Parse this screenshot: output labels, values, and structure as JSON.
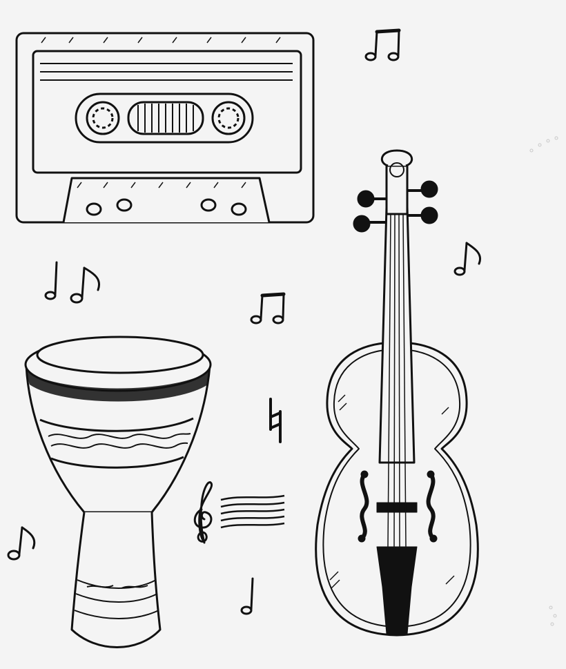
{
  "scene": {
    "description_free": true,
    "colors": {
      "background": "#f4f4f4",
      "ink": "#111111",
      "fill": "#f4f4f4"
    },
    "objects": [
      {
        "name": "cassette-tape",
        "icon": "cassette-icon"
      },
      {
        "name": "djembe-drum",
        "icon": "drum-icon"
      },
      {
        "name": "violin",
        "icon": "violin-icon"
      },
      {
        "name": "treble-clef",
        "icon": "treble-clef-icon"
      },
      {
        "name": "natural-sign",
        "icon": "natural-sign-icon"
      }
    ],
    "notes": [
      "beamed-eighths",
      "eighth",
      "half",
      "quarter"
    ]
  }
}
